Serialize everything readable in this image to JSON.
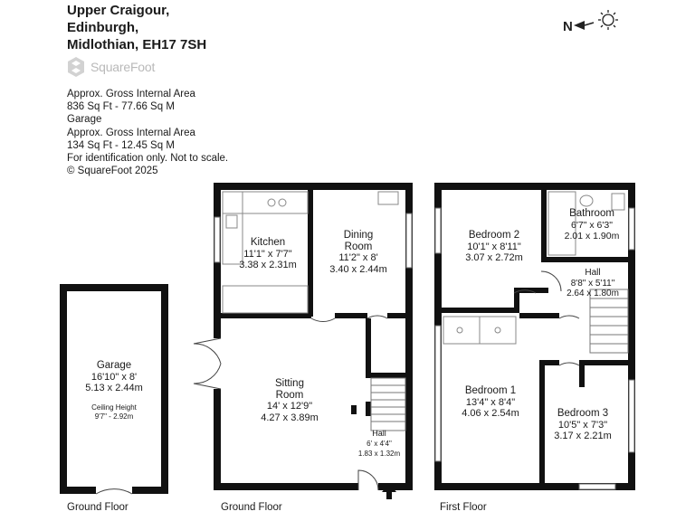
{
  "address": {
    "line1": "Upper Craigour,",
    "line2": "Edinburgh,",
    "line3": "Midlothian, EH17 7SH"
  },
  "brand": {
    "name": "SquareFoot",
    "icon": "squarefoot-logo-icon",
    "color": "#c0c0c0"
  },
  "area_info": {
    "line1": "Approx. Gross Internal Area",
    "line2": "836 Sq Ft  -  77.66 Sq M",
    "line3": "Garage",
    "line4": "Approx. Gross Internal Area",
    "line5": "134 Sq Ft  -  12.45 Sq M",
    "line6": "For identification only. Not to scale.",
    "line7": "© SquareFoot 2025"
  },
  "compass": {
    "label": "N",
    "icon": "sun-orientation-icon"
  },
  "floors": {
    "garage_floor": "Ground Floor",
    "ground_floor": "Ground Floor",
    "first_floor": "First Floor"
  },
  "rooms": {
    "garage": {
      "name": "Garage",
      "imperial": "16'10\" x 8'",
      "metric": "5.13 x 2.44m",
      "note1": "Ceiling Height",
      "note2": "9'7\" - 2.92m"
    },
    "kitchen": {
      "name": "Kitchen",
      "imperial": "11'1\" x 7'7\"",
      "metric": "3.38 x 2.31m"
    },
    "dining": {
      "name1": "Dining",
      "name2": "Room",
      "imperial": "11'2\" x 8'",
      "metric": "3.40 x 2.44m"
    },
    "sitting": {
      "name1": "Sitting",
      "name2": "Room",
      "imperial": "14' x 12'9\"",
      "metric": "4.27 x 3.89m"
    },
    "hall_ground": {
      "name": "Hall",
      "imperial": "6' x 4'4\"",
      "metric": "1.83 x 1.32m"
    },
    "bedroom2": {
      "name": "Bedroom 2",
      "imperial": "10'1\" x 8'11\"",
      "metric": "3.07 x 2.72m"
    },
    "bathroom": {
      "name": "Bathroom",
      "imperial": "6'7\" x 6'3\"",
      "metric": "2.01 x 1.90m"
    },
    "hall_first": {
      "name": "Hall",
      "imperial": "8'8\" x 5'11\"",
      "metric": "2.64 x 1.80m"
    },
    "bedroom1": {
      "name": "Bedroom 1",
      "imperial": "13'4\" x 8'4\"",
      "metric": "4.06 x 2.54m"
    },
    "bedroom3": {
      "name": "Bedroom 3",
      "imperial": "10'5\" x 7'3\"",
      "metric": "3.17 x 2.21m"
    }
  }
}
